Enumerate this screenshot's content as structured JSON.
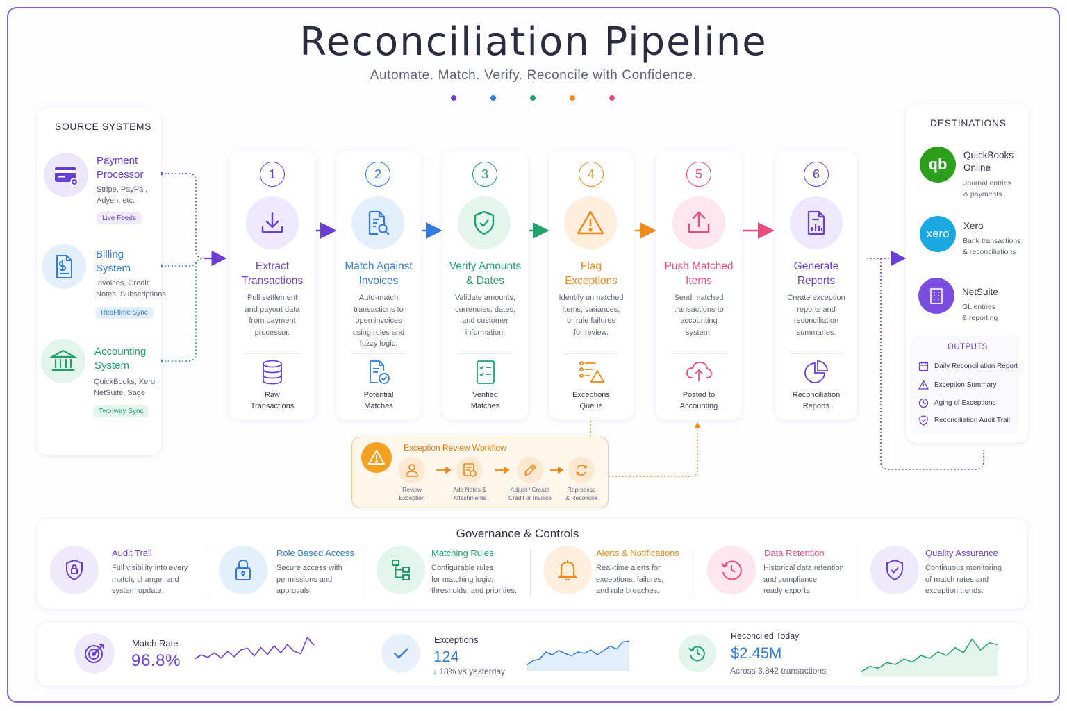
{
  "title": "Reconciliation Pipeline",
  "subtitle": "Automate. Match. Verify. Reconcile with Confidence.",
  "colors": {
    "purple": "#6a3fd6",
    "blue": "#2f7be0",
    "green": "#1fa36a",
    "orange": "#f08a1c",
    "pink": "#ec4c7c",
    "accent_dot_colors": [
      "#6a3fd6",
      "#2f7be0",
      "#1fa36a",
      "#f08a1c",
      "#ec4c7c"
    ]
  },
  "sources": {
    "heading": "SOURCE SYSTEMS",
    "items": [
      {
        "name_line1": "Payment",
        "name_line2": "Processor",
        "desc_line1": "Stripe, PayPal,",
        "desc_line2": "Adyen, etc.",
        "chip": "Live Feeds",
        "icon": "credit-card-gear-icon"
      },
      {
        "name_line1": "Billing",
        "name_line2": "System",
        "desc_line1": "Invoices, Credit",
        "desc_line2": "Notes, Subscriptions",
        "chip": "Real-time Sync",
        "icon": "invoice-dollar-icon"
      },
      {
        "name_line1": "Accounting",
        "name_line2": "System",
        "desc_line1": "QuickBooks, Xero,",
        "desc_line2": "NetSuite, Sage",
        "chip": "Two-way Sync",
        "icon": "bank-building-icon"
      }
    ]
  },
  "steps": [
    {
      "num": "1",
      "title_line1": "Extract",
      "title_line2": "Transactions",
      "desc": [
        "Pull settlement",
        "and payout data",
        "from payment",
        "processor."
      ],
      "out_line1": "Raw",
      "out_line2": "Transactions",
      "icon": "download-icon",
      "out_icon": "database-icon"
    },
    {
      "num": "2",
      "title_line1": "Match Against",
      "title_line2": "Invoices",
      "desc": [
        "Auto-match",
        "transactions to",
        "open invoices",
        "using rules and",
        "fuzzy logic."
      ],
      "out_line1": "Potential",
      "out_line2": "Matches",
      "icon": "document-search-icon",
      "out_icon": "document-check-icon"
    },
    {
      "num": "3",
      "title_line1": "Verify Amounts",
      "title_line2": "& Dates",
      "desc": [
        "Validate amounts,",
        "currencies, dates,",
        "and customer",
        "information."
      ],
      "out_line1": "Verified",
      "out_line2": "Matches",
      "icon": "shield-check-icon",
      "out_icon": "checklist-icon"
    },
    {
      "num": "4",
      "title_line1": "Flag",
      "title_line2": "Exceptions",
      "desc": [
        "Identify unmatched",
        "items, variances,",
        "or rule failures",
        "for review."
      ],
      "out_line1": "Exceptions",
      "out_line2": "Queue",
      "icon": "warning-triangle-icon",
      "out_icon": "list-warning-icon"
    },
    {
      "num": "5",
      "title_line1": "Push Matched",
      "title_line2": "Items",
      "desc": [
        "Send matched",
        "transactions to",
        "accounting",
        "system."
      ],
      "out_line1": "Posted to",
      "out_line2": "Accounting",
      "icon": "upload-icon",
      "out_icon": "cloud-upload-icon"
    },
    {
      "num": "6",
      "title_line1": "Generate",
      "title_line2": "Reports",
      "desc": [
        "Create exception",
        "reports and",
        "reconciliation",
        "summaries."
      ],
      "out_line1": "Reconciliation",
      "out_line2": "Reports",
      "icon": "report-chart-icon",
      "out_icon": "pie-chart-icon"
    }
  ],
  "workflow": {
    "title": "Exception Review Workflow",
    "steps": [
      {
        "line1": "Review",
        "line2": "Exception",
        "icon": "person-icon"
      },
      {
        "line1": "Add Notes &",
        "line2": "Attachments",
        "icon": "notes-icon"
      },
      {
        "line1": "Adjust / Create",
        "line2": "Credit or Invoice",
        "icon": "pencil-icon"
      },
      {
        "line1": "Reprocess",
        "line2": "& Reconcile",
        "icon": "refresh-icon"
      }
    ]
  },
  "destinations": {
    "heading": "DESTINATIONS",
    "items": [
      {
        "name_line1": "QuickBooks",
        "name_line2": "Online",
        "desc_line1": "Journal entries",
        "desc_line2": "& payments",
        "logo_text": "qb"
      },
      {
        "name_line1": "Xero",
        "name_line2": "",
        "desc_line1": "Bank transactions",
        "desc_line2": "& reconciliations",
        "logo_text": "xero"
      },
      {
        "name_line1": "NetSuite",
        "name_line2": "",
        "desc_line1": "GL entries",
        "desc_line2": "& reporting",
        "logo_text": ""
      }
    ],
    "outputs_heading": "OUTPUTS",
    "outputs": [
      {
        "label": "Daily Reconciliation Report",
        "icon": "calendar-icon"
      },
      {
        "label": "Exception Summary",
        "icon": "warning-icon"
      },
      {
        "label": "Aging of Exceptions",
        "icon": "clock-icon"
      },
      {
        "label": "Reconciliation Audit Trail",
        "icon": "shield-check-icon"
      }
    ]
  },
  "governance": {
    "heading": "Governance & Controls",
    "items": [
      {
        "title": "Audit Trail",
        "desc": [
          "Full visibility into every",
          "match, change, and",
          "system update."
        ],
        "icon": "shield-icon"
      },
      {
        "title": "Role Based Access",
        "desc": [
          "Secure access with",
          "permissions and",
          "approvals."
        ],
        "icon": "lock-icon"
      },
      {
        "title": "Matching Rules",
        "desc": [
          "Configurable rules",
          "for matching logic,",
          "thresholds, and priorities."
        ],
        "icon": "hierarchy-icon"
      },
      {
        "title": "Alerts & Notifications",
        "desc": [
          "Real-time alerts for",
          "exceptions, failures,",
          "and rule breaches."
        ],
        "icon": "bell-icon"
      },
      {
        "title": "Data Retention",
        "desc": [
          "Historical data retention",
          "and compliance",
          "ready exports."
        ],
        "icon": "history-clock-icon"
      },
      {
        "title": "Quality Assurance",
        "desc": [
          "Continuous monitoring",
          "of match rates and",
          "exception trends."
        ],
        "icon": "shield-check-icon"
      }
    ]
  },
  "metrics": [
    {
      "label": "Match Rate",
      "value": "96.8%",
      "sub": "",
      "icon": "target-icon",
      "trend": [
        0.25,
        0.38,
        0.3,
        0.45,
        0.28,
        0.5,
        0.32,
        0.55,
        0.6,
        0.35,
        0.62,
        0.4,
        0.68,
        0.45,
        0.72,
        0.5,
        0.42,
        0.95,
        0.7
      ]
    },
    {
      "label": "Exceptions",
      "value": "124",
      "sub": "18% vs yesterday",
      "icon": "check-icon",
      "trend": [
        0.1,
        0.25,
        0.3,
        0.55,
        0.45,
        0.6,
        0.5,
        0.42,
        0.55,
        0.5,
        0.62,
        0.45,
        0.6,
        0.75,
        0.65,
        0.9,
        0.92
      ]
    },
    {
      "label": "Reconciled Today",
      "value": "$2.45M",
      "sub": "Across 3,842 transactions",
      "icon": "clock-refresh-icon",
      "trend": [
        0.05,
        0.2,
        0.15,
        0.3,
        0.25,
        0.4,
        0.32,
        0.5,
        0.42,
        0.6,
        0.5,
        0.72,
        0.58,
        0.95,
        0.65,
        0.85,
        0.8
      ]
    }
  ]
}
